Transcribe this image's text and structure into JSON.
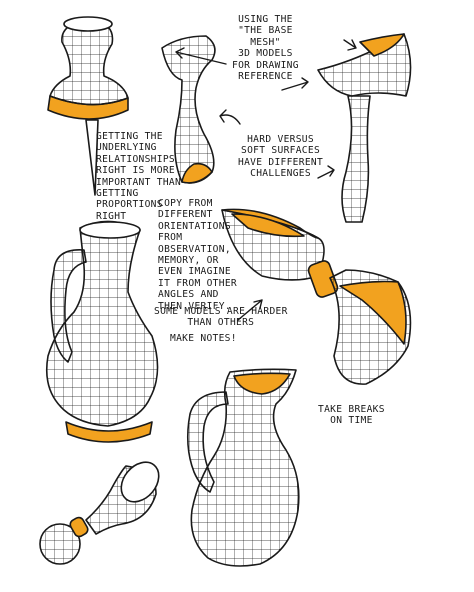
{
  "colors": {
    "ink": "#1a1a1a",
    "accent": "#f2a21f",
    "paper": "#ffffff"
  },
  "objects": [
    {
      "name": "push-pin"
    },
    {
      "name": "bone"
    },
    {
      "name": "axe"
    },
    {
      "name": "bowtie-shape"
    },
    {
      "name": "tall-jug"
    },
    {
      "name": "pitcher"
    },
    {
      "name": "trumpet-bell"
    }
  ],
  "notes": {
    "base_mesh": [
      "USING THE",
      "\"THE BASE",
      "MESH\"",
      "3D MODELS",
      "FOR DRAWING",
      "REFERENCE"
    ],
    "relationships": [
      "GETTING THE",
      "UNDERLYING",
      "RELATIONSHIPS",
      "RIGHT IS MORE",
      "IMPORTANT THAN",
      "GETTING",
      "PROPORTIONS",
      "RIGHT"
    ],
    "surfaces": [
      "HARD VERSUS",
      "SOFT SURFACES",
      "HAVE DIFFERENT",
      "CHALLENGES"
    ],
    "copy": [
      "COPY FROM",
      "DIFFERENT",
      "ORIENTATIONS",
      "FROM",
      "OBSERVATION,",
      "MEMORY, OR",
      "EVEN IMAGINE",
      "IT FROM OTHER",
      "ANGLES AND",
      "THEN VERIFY."
    ],
    "harder": [
      "SOME MODELS ARE HARDER",
      "THAN OTHERS"
    ],
    "make_notes": "MAKE NOTES!",
    "breaks": [
      "TAKE BREAKS",
      "ON TIME"
    ]
  }
}
